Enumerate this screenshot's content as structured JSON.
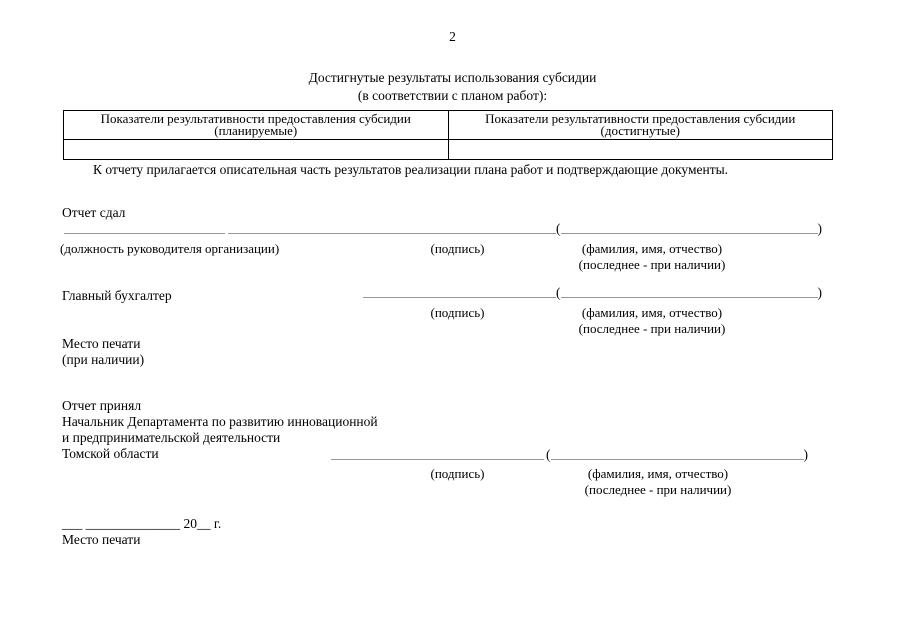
{
  "page": {
    "number": "2"
  },
  "title": {
    "line1": "Достигнутые результаты использования субсидии",
    "line2": "(в соответствии с планом работ):"
  },
  "table": {
    "col1_header_line1": "Показатели результативности предоставления субсидии",
    "col1_header_line2": "(планируемые)",
    "col2_header_line1": "Показатели результативности предоставления субсидии",
    "col2_header_line2": "(достигнутые)"
  },
  "note": "К отчету прилагается описательная часть результатов реализации плана работ и подтверждающие документы.",
  "sig": {
    "paren_open": "(",
    "paren_close": ")"
  },
  "submitted": {
    "label": "Отчет сдал",
    "position_caption": "(должность руководителя организации)",
    "signature_caption": "(подпись)",
    "fullname_caption": "(фамилия, имя, отчество)",
    "fullname_note": "(последнее - при наличии)"
  },
  "accountant": {
    "label": "Главный бухгалтер",
    "signature_caption": "(подпись)",
    "fullname_caption": "(фамилия, имя, отчество)",
    "fullname_note": "(последнее - при наличии)"
  },
  "seal_top": {
    "line1": "Место печати",
    "line2": "(при наличии)"
  },
  "accepted": {
    "label": "Отчет принял",
    "position_line1": "Начальник Департамента по развитию инновационной",
    "position_line2": "и предпринимательской деятельности",
    "position_line3": "Томской области",
    "signature_caption": "(подпись)",
    "fullname_caption": "(фамилия, имя, отчество)",
    "fullname_note": "(последнее - при наличии)"
  },
  "footer": {
    "date_blank": "___ ______________ 20__ г.",
    "seal_label": "Место печати"
  },
  "colors": {
    "background": "#ffffff",
    "text": "#000000",
    "table_border": "#000000",
    "signature_rule": "#979797"
  }
}
